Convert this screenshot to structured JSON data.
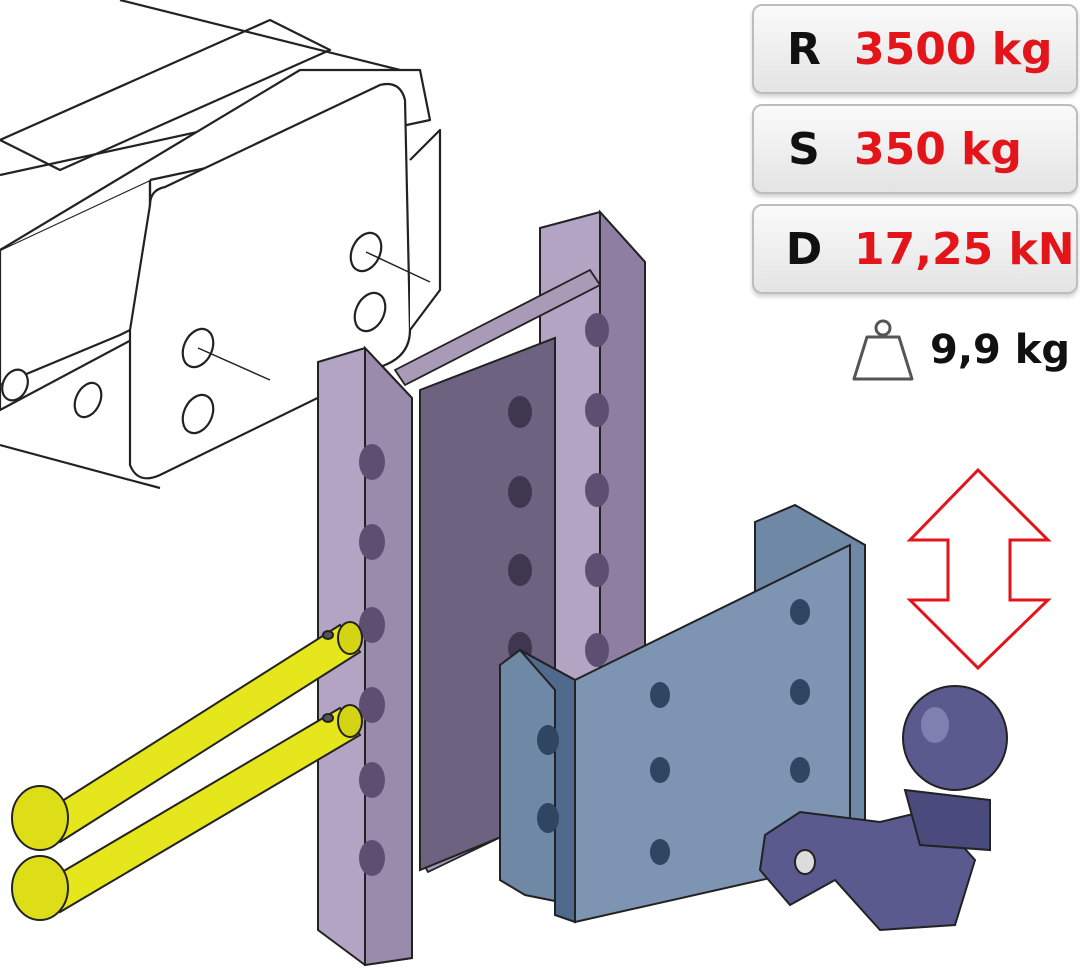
{
  "specs": [
    {
      "letter": "R",
      "value": "3500 kg"
    },
    {
      "letter": "S",
      "value": "350 kg"
    },
    {
      "letter": "D",
      "value": "17,25 kN"
    }
  ],
  "weight": {
    "icon": "weight-icon",
    "value": "9,9 kg"
  },
  "arrow": {
    "icon": "double-arrow-vertical-icon",
    "color": "#e3151b"
  },
  "colors": {
    "rail": "#b3a4c3",
    "rail_dark": "#8e7fa2",
    "bracket": "#6f88a6",
    "bracket_dark": "#4f6a8c",
    "coupling": "#5a5a8e",
    "pins": "#e6e61c",
    "accent": "#e3151b"
  }
}
